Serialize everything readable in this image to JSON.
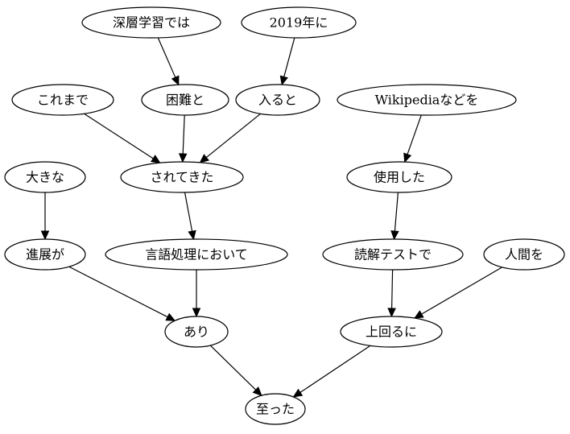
{
  "diagram": {
    "type": "dependency-tree",
    "nodes": [
      {
        "id": "n1",
        "label": "深層学習では"
      },
      {
        "id": "n2",
        "label": "2019年に"
      },
      {
        "id": "n3",
        "label": "これまで"
      },
      {
        "id": "n4",
        "label": "困難と"
      },
      {
        "id": "n5",
        "label": "入ると"
      },
      {
        "id": "n6",
        "label": "Wikipediaなどを"
      },
      {
        "id": "n7",
        "label": "大きな"
      },
      {
        "id": "n8",
        "label": "されてきた"
      },
      {
        "id": "n9",
        "label": "使用した"
      },
      {
        "id": "n10",
        "label": "進展が"
      },
      {
        "id": "n11",
        "label": "言語処理において"
      },
      {
        "id": "n12",
        "label": "読解テストで"
      },
      {
        "id": "n13",
        "label": "人間を"
      },
      {
        "id": "n14",
        "label": "あり"
      },
      {
        "id": "n15",
        "label": "上回るに"
      },
      {
        "id": "n16",
        "label": "至った"
      }
    ],
    "edges": [
      {
        "from": "n1",
        "to": "n4"
      },
      {
        "from": "n2",
        "to": "n5"
      },
      {
        "from": "n3",
        "to": "n8"
      },
      {
        "from": "n4",
        "to": "n8"
      },
      {
        "from": "n5",
        "to": "n8"
      },
      {
        "from": "n6",
        "to": "n9"
      },
      {
        "from": "n7",
        "to": "n10"
      },
      {
        "from": "n8",
        "to": "n11"
      },
      {
        "from": "n9",
        "to": "n12"
      },
      {
        "from": "n10",
        "to": "n14"
      },
      {
        "from": "n11",
        "to": "n14"
      },
      {
        "from": "n12",
        "to": "n15"
      },
      {
        "from": "n13",
        "to": "n15"
      },
      {
        "from": "n14",
        "to": "n16"
      },
      {
        "from": "n15",
        "to": "n16"
      }
    ]
  }
}
